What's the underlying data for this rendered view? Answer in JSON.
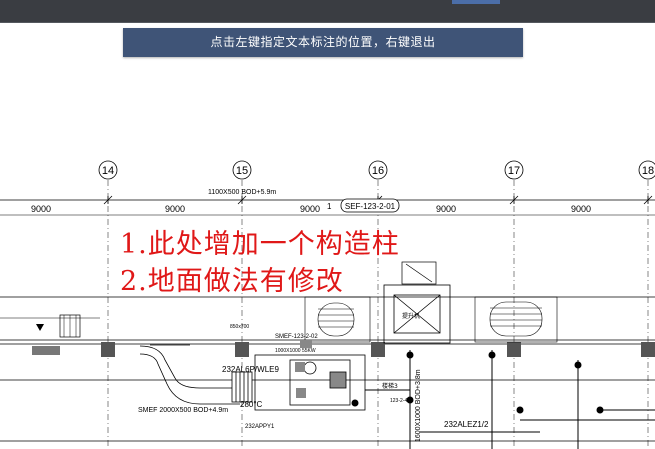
{
  "command_prompt": "点击左键指定文本标注的位置，右键退出",
  "grid_axes": [
    "14",
    "15",
    "16",
    "17",
    "18"
  ],
  "bay_dimensions": [
    "9000",
    "9000",
    "9000",
    "9000",
    "9000"
  ],
  "annotations": {
    "note_1": "1.此处增加一个构造柱",
    "note_2": "2.地面做法有修改"
  },
  "drawing_labels": {
    "duct_top": "1100X500 BOD+5.9m",
    "sef_tag": "SEF-123-2-01",
    "tag_1": "1",
    "smef_left": "SMEF 2000X500 BOD+4.9m",
    "smef_center": "SMEF-123-2-02",
    "small_duct": "1000X1000 55KW",
    "pipe_size": "850x700",
    "lift_label": "提升机",
    "we_label": "232AL6P/WLE9",
    "appy_label": "232APPY1",
    "temp_label": "280°C",
    "alez_label": "232ALEZ1/2",
    "pipe_vert": "1600X1000 BOD+3.8m",
    "stair_label": "楼梯3",
    "room_code": "123-2-40"
  },
  "colors": {
    "background": "#ffffff",
    "prompt_bg": "#3f5477",
    "annotation_red": "#e01818",
    "line": "#000000"
  }
}
